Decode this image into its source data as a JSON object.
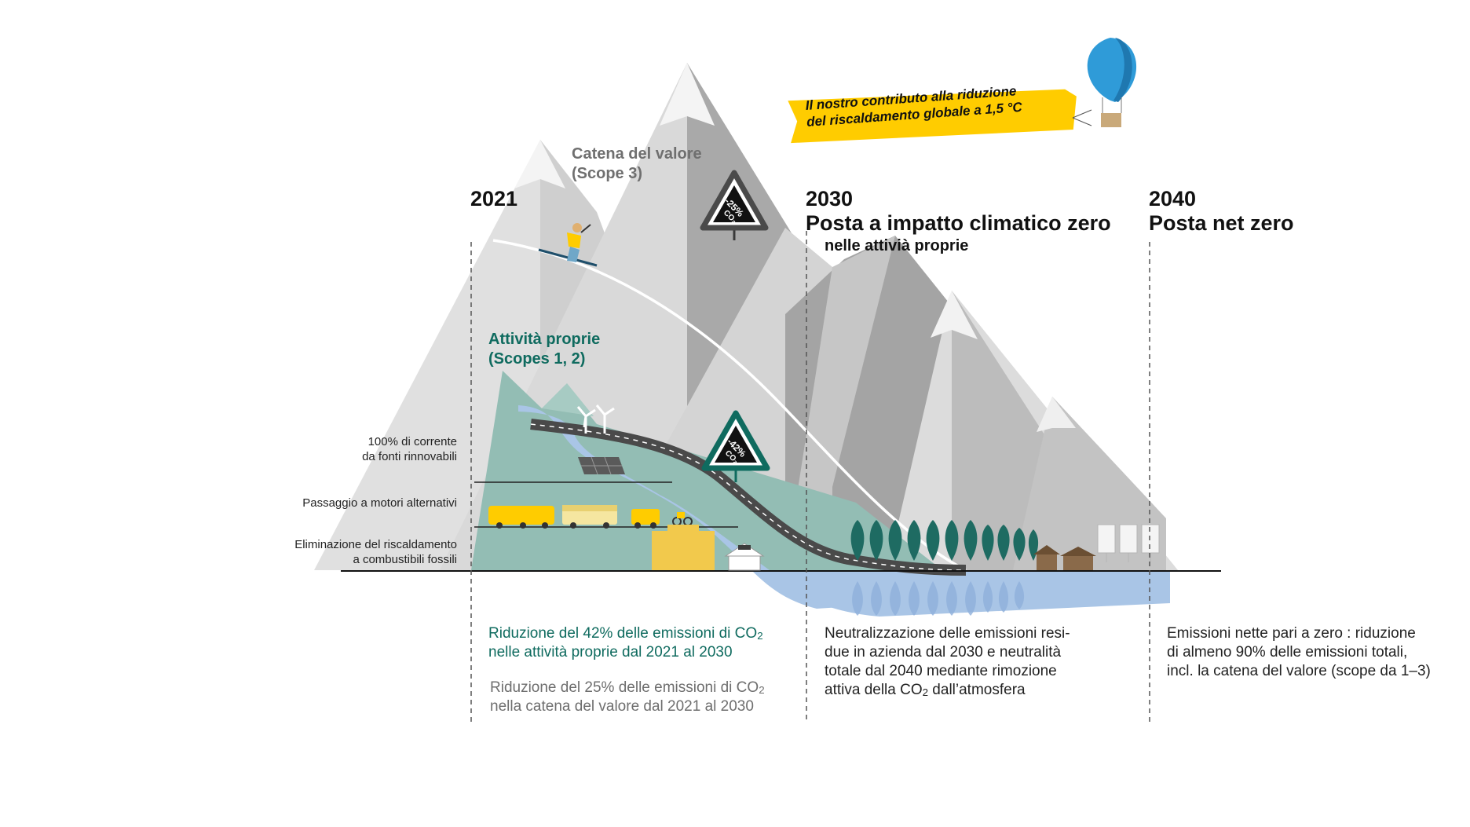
{
  "banner": {
    "line1": "Il nostro contributo alla riduzione",
    "line2": "del riscaldamento globale a 1,5 °C"
  },
  "value_chain": {
    "title_line1": "Catena del valore",
    "title_line2": "(Scope 3)",
    "sign_text": "-25%",
    "sign_co2": "CO₂"
  },
  "own_activities": {
    "title_line1": "Attività proprie",
    "title_line2": "(Scopes 1, 2)",
    "sign_text": "-42%",
    "sign_co2": "CO₂"
  },
  "milestones": [
    {
      "year": "2021",
      "heading": "",
      "subheading": ""
    },
    {
      "year": "2030",
      "heading": "Posta a impatto climatico zero",
      "subheading": "nelle attivià proprie"
    },
    {
      "year": "2040",
      "heading": "Posta net zero",
      "subheading": ""
    }
  ],
  "measures": [
    {
      "line1": "100% di corrente",
      "line2": "da fonti rinnovabili"
    },
    {
      "line1": "Passaggio a motori alternativi",
      "line2": ""
    },
    {
      "line1": "Eliminazione del riscaldamento",
      "line2": "a combustibili fossili"
    }
  ],
  "descriptions": {
    "own_42": {
      "line1_prefix": "Riduzione del 42% delle emissioni di CO",
      "line1_sub": "2",
      "line2": "nelle attività proprie dal 2021 al 2030"
    },
    "chain_25": {
      "line1_prefix": "Riduzione del 25% delle emissioni di CO",
      "line1_sub": "2",
      "line2": "nella catena del valore dal 2021 al 2030"
    },
    "neutral_2030": {
      "line1": "Neutralizzazione delle emissioni resi-",
      "line2": "due in azienda dal 2030 e neutralità",
      "line3": "totale dal 2040 mediante rimozione",
      "line4_prefix": "attiva della CO",
      "line4_sub": "2",
      "line4_suffix": " dall’atmosfera"
    },
    "netzero_2040": {
      "line1": "Emissioni nette pari a zero : riduzione",
      "line2": "di almeno 90% delle emissioni totali,",
      "line3": "incl. la catena del valore  (scope da 1–3)"
    }
  },
  "colors": {
    "mountain_light": "#e3e3e3",
    "mountain_mid": "#c9c9c9",
    "mountain_dark": "#a9a9a9",
    "hill_green": "#93bdb4",
    "own_green": "#0f6b5f",
    "water_blue": "#a9c5e6",
    "banner_yellow": "#ffcc00",
    "balloon_blue": "#2f9bd8",
    "road": "#4a4a4a",
    "tree": "#1e6b62",
    "text_gray": "#6f6f6f"
  }
}
